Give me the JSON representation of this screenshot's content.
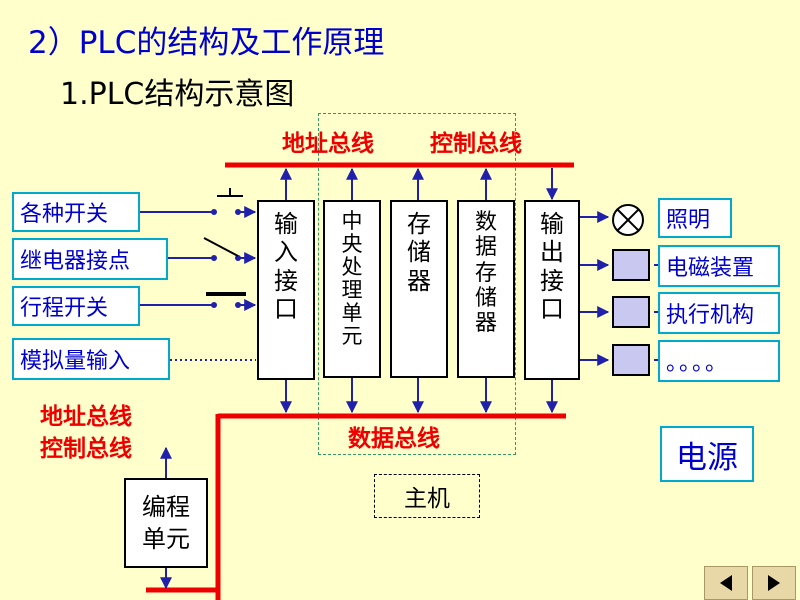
{
  "title": "2）PLC的结构及工作原理",
  "subtitle": "1.PLC结构示意图",
  "bus_labels": {
    "address_top": "地址总线",
    "control_top": "控制总线",
    "data_bus": "数据总线",
    "address_left": "地址总线",
    "control_left": "控制总线"
  },
  "inputs": [
    "各种开关",
    "继电器接点",
    "行程开关",
    "模拟量输入"
  ],
  "blocks": {
    "input_interface": [
      "输",
      "入",
      "接",
      "口"
    ],
    "cpu": [
      "中",
      "央",
      "处",
      "理",
      "单",
      "元"
    ],
    "memory": [
      "存",
      "储",
      "器"
    ],
    "data_memory": [
      "数",
      "据",
      "存",
      "储",
      "器"
    ],
    "output_interface": [
      "输",
      "出",
      "接",
      "口"
    ]
  },
  "outputs": [
    "照明",
    "电磁装置",
    "执行机构",
    "。。。。"
  ],
  "power": "电源",
  "host": "主机",
  "programmer": [
    "编程",
    "单元"
  ],
  "colors": {
    "title": "#0000CC",
    "bus": "#EE0000",
    "arrow": "#2020AA",
    "input_border": "#00AACC",
    "background": "#FFFFCC"
  }
}
